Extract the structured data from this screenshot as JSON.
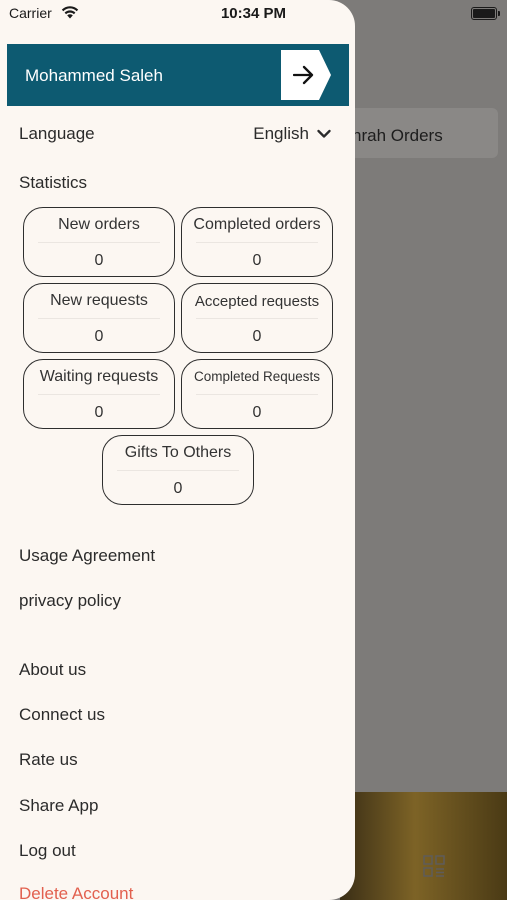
{
  "status_bar": {
    "carrier": "Carrier",
    "time": "10:34 PM"
  },
  "background": {
    "card_label": "nrah Orders"
  },
  "drawer": {
    "user_name": "Mohammed Saleh",
    "language": {
      "label": "Language",
      "value": "English"
    },
    "statistics": {
      "label": "Statistics",
      "items": [
        {
          "title": "New orders",
          "value": "0"
        },
        {
          "title": "Completed orders",
          "value": "0"
        },
        {
          "title": "New requests",
          "value": "0"
        },
        {
          "title": "Accepted requests",
          "value": "0"
        },
        {
          "title": "Waiting requests",
          "value": "0"
        },
        {
          "title": "Completed Requests",
          "value": "0"
        },
        {
          "title": "Gifts To Others",
          "value": "0"
        }
      ]
    },
    "menu": [
      "Usage Agreement",
      "privacy policy",
      "About us",
      "Connect us",
      "Rate us",
      "Share App",
      "Log out",
      "Delete Account"
    ]
  },
  "colors": {
    "header": "#0d5a71",
    "drawer_bg": "#fcf7f2",
    "danger": "#e2604e"
  }
}
